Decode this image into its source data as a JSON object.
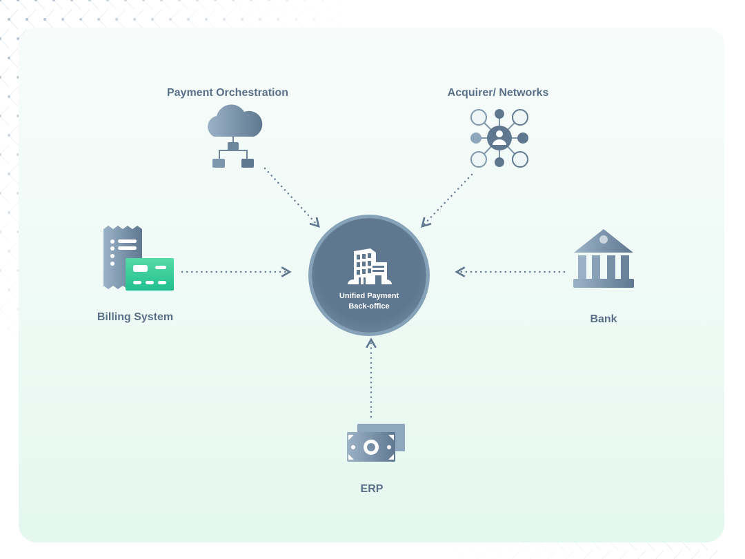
{
  "center": {
    "title_line1": "Unified Payment",
    "title_line2": "Back-office",
    "icon": "office-building-icon"
  },
  "nodes": [
    {
      "label": "Payment Orchestration",
      "icon": "cloud-network-icon"
    },
    {
      "label": "Acquirer/ Networks",
      "icon": "network-people-icon"
    },
    {
      "label": "Billing System",
      "icon": "receipt-card-icon"
    },
    {
      "label": "Bank",
      "icon": "bank-icon"
    },
    {
      "label": "ERP",
      "icon": "money-icon"
    }
  ],
  "colors": {
    "text": "#5a7089",
    "hub": "#5f7890",
    "accent": "#2ec79a",
    "arrow": "#5f7890"
  }
}
